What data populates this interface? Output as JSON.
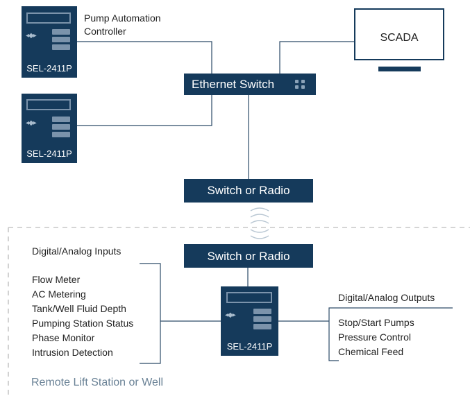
{
  "colors": {
    "navy": "#153a5b",
    "line": "#2c4b68",
    "screen": "#7b93ab",
    "dash": "#c7c7c7",
    "region_text": "#6a8296"
  },
  "controllers": [
    {
      "label": "SEL-2411P",
      "icon": "relay-device-icon"
    },
    {
      "label": "SEL-2411P",
      "icon": "relay-device-icon"
    },
    {
      "label": "SEL-2411P",
      "icon": "relay-device-icon"
    }
  ],
  "pump_controller_caption": [
    "Pump Automation",
    "Controller"
  ],
  "scada": {
    "label": "SCADA",
    "icon": "monitor-icon"
  },
  "ethernet_switch": {
    "label": "Ethernet Switch",
    "icon": "network-ports-icon"
  },
  "switch_radio_top": {
    "label": "Switch or Radio"
  },
  "switch_radio_bottom": {
    "label": "Switch or Radio"
  },
  "wireless": {
    "icon": "wireless-signal-icon"
  },
  "inputs": {
    "heading": "Digital/Analog Inputs",
    "items": [
      "Flow Meter",
      "AC Metering",
      "Tank/Well Fluid Depth",
      "Pumping Station Status",
      "Phase Monitor",
      "Intrusion Detection"
    ]
  },
  "outputs": {
    "heading": "Digital/Analog Outputs",
    "items": [
      "Stop/Start Pumps",
      "Pressure Control",
      "Chemical Feed"
    ]
  },
  "region_label": "Remote Lift Station or Well"
}
